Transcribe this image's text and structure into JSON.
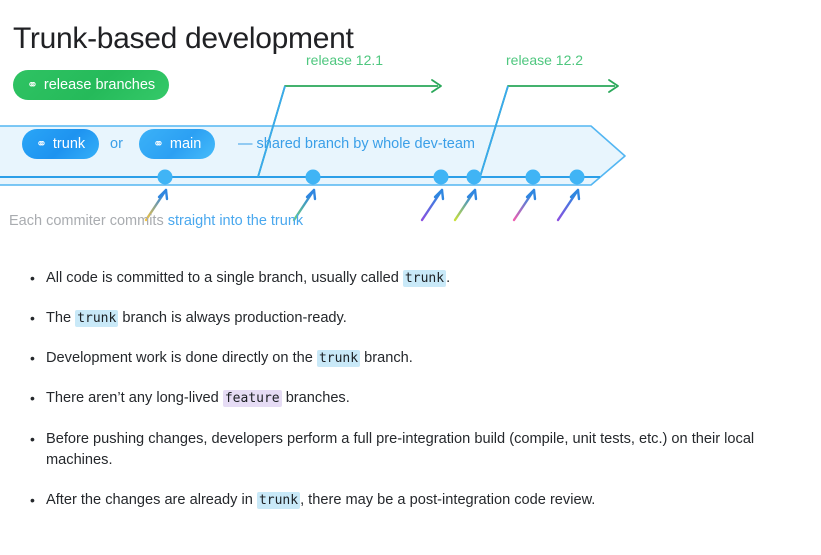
{
  "page": {
    "title": "Trunk-based development"
  },
  "diagram": {
    "release_pill": {
      "icon": "git-branch-icon",
      "label": "release branches"
    },
    "trunk_pill": {
      "icon": "git-branch-icon",
      "label": "trunk"
    },
    "or_label": "or",
    "main_pill": {
      "icon": "git-branch-icon",
      "label": "main"
    },
    "shared_label": "— shared branch by whole dev-team",
    "release_labels": [
      "release 12.1",
      "release 12.2"
    ],
    "caption": {
      "grey_part": "Each commiter  commits ",
      "blue_part": "straight  into the trunk"
    },
    "colors": {
      "green_pill": "#2bbd5f",
      "green_line": "#2aa85a",
      "green_label": "#4fc77f",
      "blue_pill": "#229ef3",
      "blue_line": "#3aa9ef",
      "blue_band_fill": "#e8f5fd",
      "commit_dot": "#40b4f5",
      "caption_grey": "#a9acb0",
      "caption_blue": "#4aa8ee"
    },
    "commit_dots": [
      165,
      313,
      441,
      474,
      533,
      577
    ],
    "commit_arrow_colors": [
      "yellow-to-blue",
      "green-to-blue",
      "purple-to-blue",
      "yellow-green-to-blue",
      "pink-to-blue",
      "purple-to-blue"
    ]
  },
  "bullets": [
    {
      "segments": [
        {
          "type": "text",
          "value": "All code is committed to a single branch, usually called "
        },
        {
          "type": "code",
          "value": "trunk",
          "style": "blue"
        },
        {
          "type": "text",
          "value": "."
        }
      ]
    },
    {
      "segments": [
        {
          "type": "text",
          "value": "The "
        },
        {
          "type": "code",
          "value": "trunk",
          "style": "blue"
        },
        {
          "type": "text",
          "value": " branch is always production-ready."
        }
      ]
    },
    {
      "segments": [
        {
          "type": "text",
          "value": "Development work is done directly on the "
        },
        {
          "type": "code",
          "value": "trunk",
          "style": "blue"
        },
        {
          "type": "text",
          "value": " branch."
        }
      ]
    },
    {
      "segments": [
        {
          "type": "text",
          "value": "There aren’t any long-lived "
        },
        {
          "type": "code",
          "value": "feature",
          "style": "purple"
        },
        {
          "type": "text",
          "value": " branches."
        }
      ]
    },
    {
      "segments": [
        {
          "type": "text",
          "value": "Before pushing changes, developers perform a full pre-integration build (compile, unit tests, etc.) on their local machines."
        }
      ]
    },
    {
      "segments": [
        {
          "type": "text",
          "value": "After the changes are already in "
        },
        {
          "type": "code",
          "value": "trunk",
          "style": "blue"
        },
        {
          "type": "text",
          "value": ", there may be a post-integration code review."
        }
      ]
    }
  ]
}
